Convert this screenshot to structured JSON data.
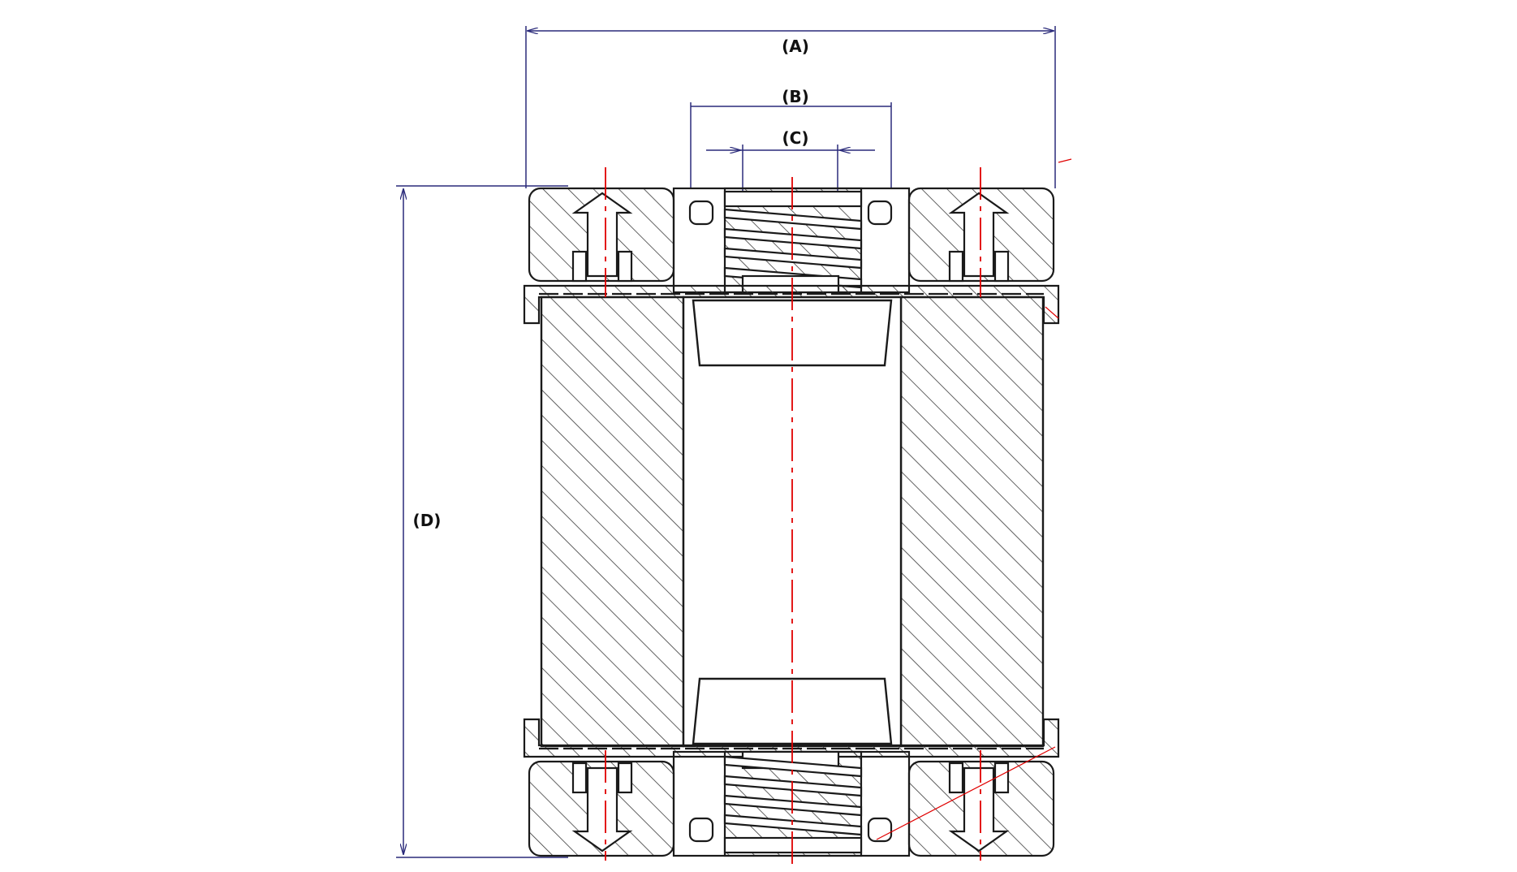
{
  "dimensions": {
    "a": "(A)",
    "b": "(B)",
    "c": "(C)",
    "d": "(D)"
  },
  "colors": {
    "outline": "#1a1a1a",
    "hatch": "#3a3a3a",
    "dimension": "#2a2a7a",
    "centerline": "#e00000"
  }
}
